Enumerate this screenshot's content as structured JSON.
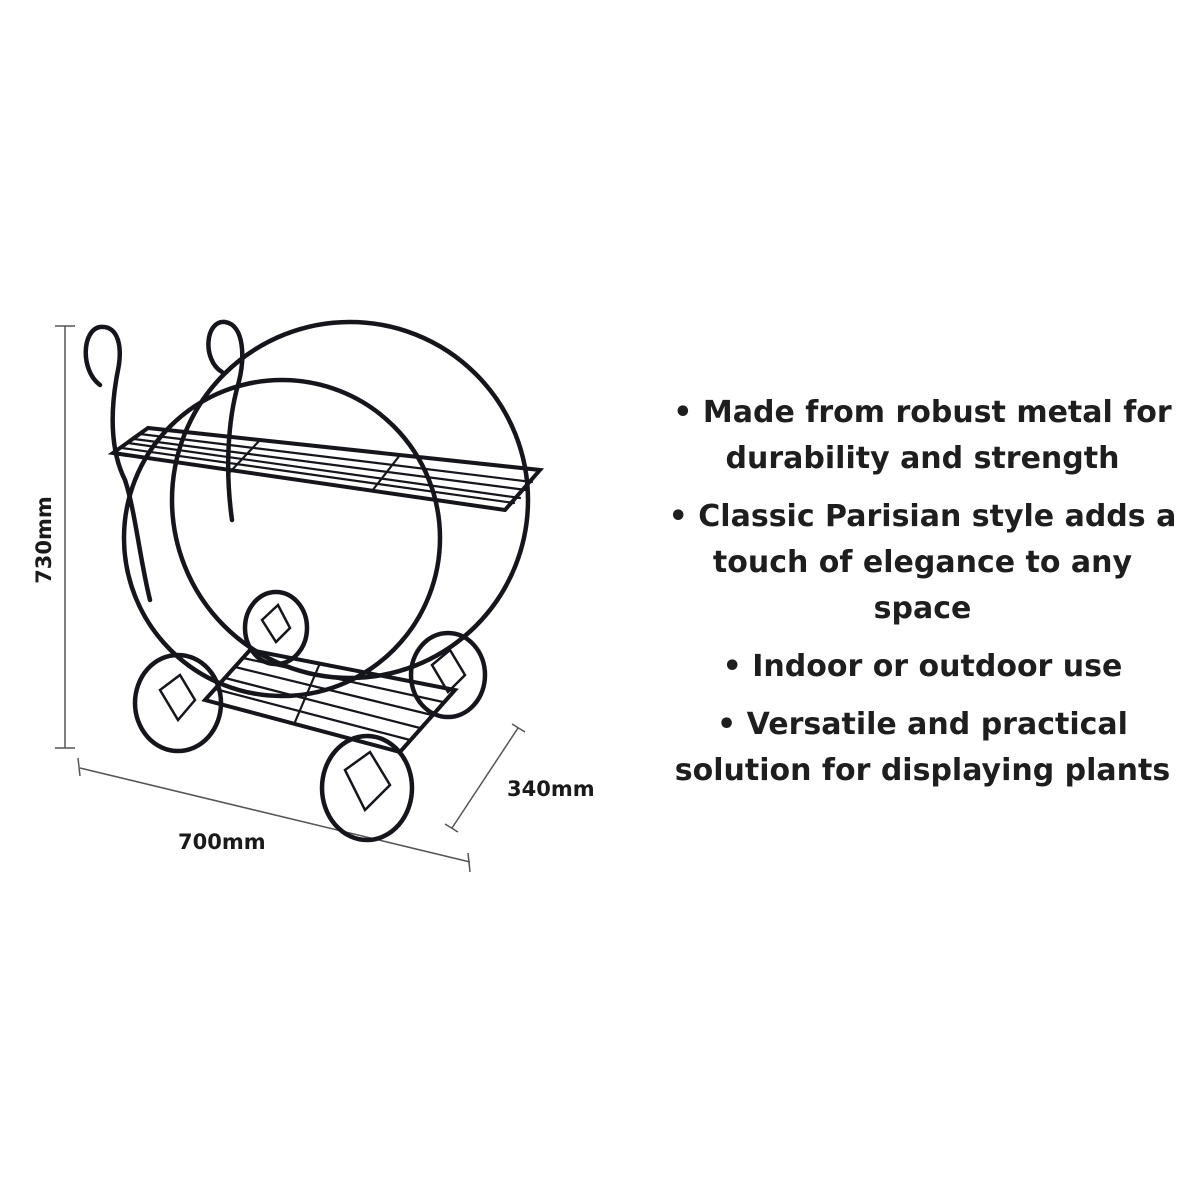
{
  "dimensions": {
    "height": "730mm",
    "width": "700mm",
    "depth": "340mm"
  },
  "features": [
    "• Made from robust metal for durability and strength",
    "• Classic Parisian style adds a touch of elegance to any space",
    "• Indoor or outdoor use",
    "• Versatile and practical solution for displaying plants"
  ],
  "colors": {
    "metal": "#15151c",
    "text": "#1e1e1e",
    "dimension_line": "#555555"
  }
}
